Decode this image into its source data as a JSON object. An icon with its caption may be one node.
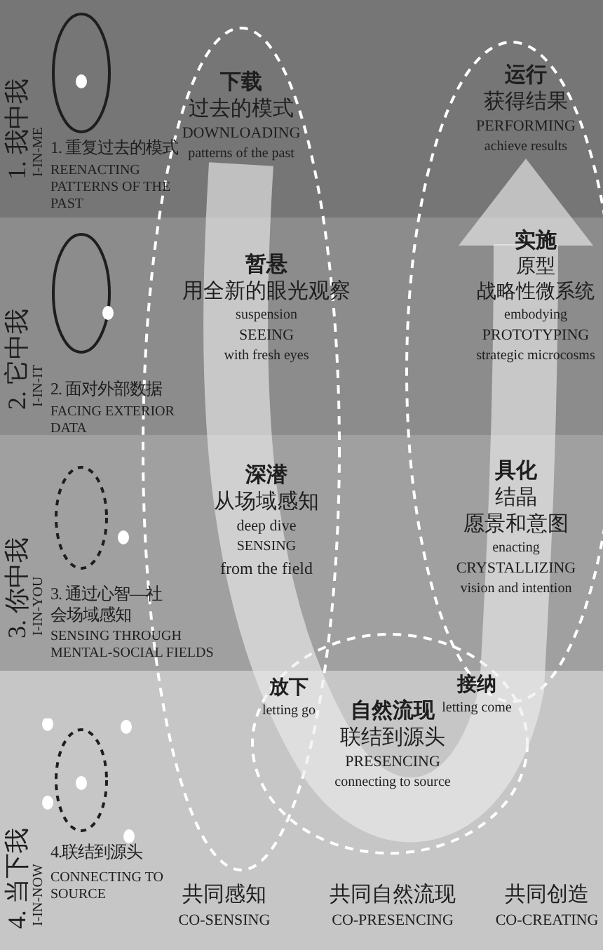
{
  "diagram": {
    "nodes": [
      {
        "text": [
          "1. 我中我",
          "I-IN-ME",
          "1. 重复过去的模式",
          "REENACTING PATTERNS OF THE PAST"
        ]
      },
      {
        "text": [
          "下载",
          "过去的模式",
          "DOWNLOADING",
          "patterns of the past"
        ],
        "in": 0
      },
      {
        "text": [
          "运行",
          "获得结果",
          "PERFORMING",
          "achieve results"
        ],
        "in": 0
      },
      {
        "text": [
          "2. 它中我",
          "I-IN-IT",
          "2. 面对外部数据",
          "FACING EXTERIOR DATA"
        ]
      },
      {
        "text": [
          "暂悬",
          "用全新的眼光观察",
          "suspension",
          "SEEING",
          "with fresh eyes"
        ],
        "in": 3
      },
      {
        "text": [
          "实施",
          "原型",
          "战略性微系统",
          "embodying",
          "PROTOTYPING",
          "strategic microcosms"
        ],
        "in": 3
      },
      {
        "text": [
          "3. 你中我",
          "I-IN-YOU",
          "3. 通过心智—社会场域感知",
          "SENSING THROUGH MENTAL-SOCIAL FIELDS"
        ]
      },
      {
        "text": [
          "深潜",
          "从场域感知",
          "deep dive",
          "SENSING",
          "from the field"
        ],
        "in": 6
      },
      {
        "text": [
          "具化",
          "结晶",
          "愿景和意图",
          "enacting",
          "CRYSTALLIZING",
          "vision and intention"
        ],
        "in": 6
      },
      {
        "text": [
          "4. 当下我",
          "I-IN-NOW",
          "4.联结到源头",
          "CONNECTING TO SOURCE"
        ]
      },
      {
        "text": [
          "放下",
          "letting go"
        ],
        "in": 9
      },
      {
        "text": [
          "自然流现",
          "联结到源头",
          "PRESENCING",
          "connecting to source"
        ],
        "in": 9
      },
      {
        "text": [
          "接纳",
          "letting come"
        ],
        "in": 9
      }
    ],
    "edges": [
      {
        "from": 1,
        "to": 2,
        "arrow": "to"
      }
    ],
    "labels": [
      "共同感知",
      "CO-SENSING",
      "共同自然流现",
      "CO-PRESENCING",
      "共同创造",
      "CO-CREATING"
    ]
  }
}
